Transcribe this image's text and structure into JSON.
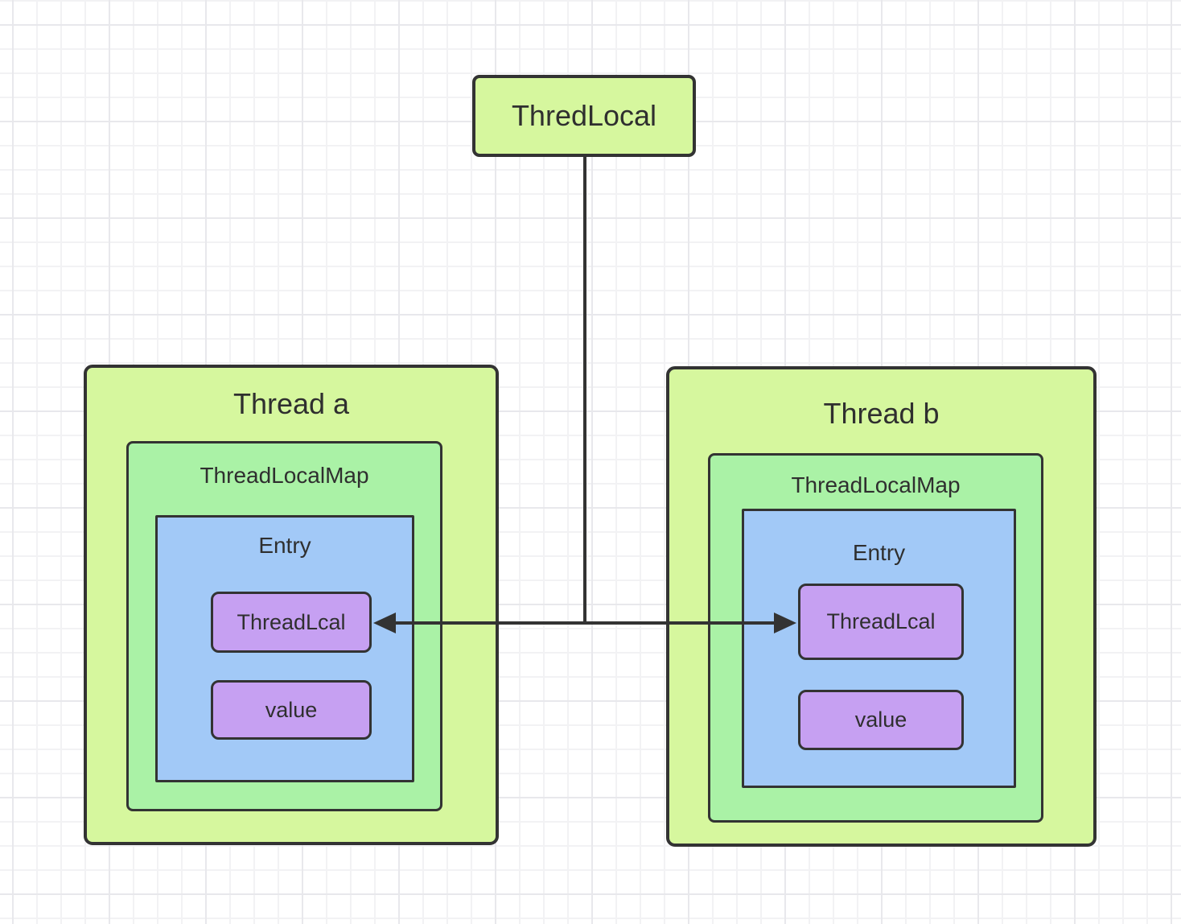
{
  "diagram": {
    "root": {
      "label": "ThredLocal"
    },
    "threads": [
      {
        "title": "Thread a",
        "map_label": "ThreadLocalMap",
        "entry_label": "Entry",
        "key_label": "ThreadLcal",
        "value_label": "value"
      },
      {
        "title": "Thread b",
        "map_label": "ThreadLocalMap",
        "entry_label": "Entry",
        "key_label": "ThreadLcal",
        "value_label": "value"
      }
    ],
    "edges": [
      {
        "from": "ThredLocal",
        "to": "ThreadLcal in Thread a",
        "style": "solid-arrow"
      },
      {
        "from": "ThredLocal",
        "to": "ThreadLcal in Thread b",
        "style": "solid-arrow"
      }
    ],
    "colors": {
      "green_light": "#d6f79e",
      "green_medium": "#aaf2a6",
      "blue": "#a2c9f7",
      "purple": "#c6a0f2",
      "stroke": "#333333",
      "text": "#2f2f2f",
      "grid_minor": "#f2f2f4",
      "grid_major": "#e8e8ec",
      "background": "#ffffff"
    }
  }
}
